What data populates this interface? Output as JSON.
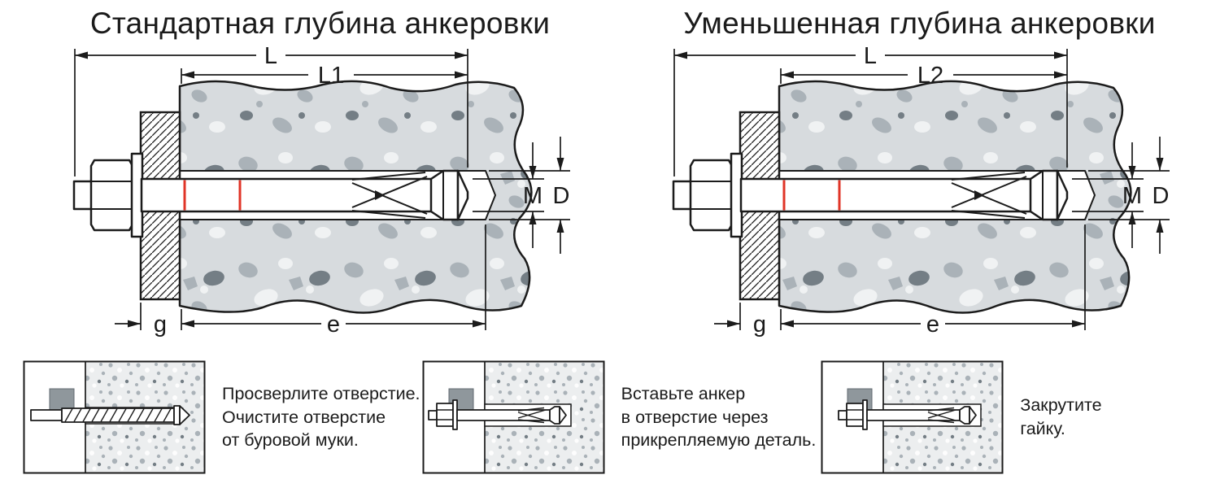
{
  "colors": {
    "ink": "#1b1b1b",
    "red_mark": "#e03427",
    "fixture_gray": "#8f979c",
    "concrete_base": "#d7dbde",
    "concrete_mid": "#aab2b8",
    "concrete_dark": "#747e85",
    "concrete_light": "#f0f2f3",
    "mini_concrete_base": "#eceeef"
  },
  "diagrams": [
    {
      "title": "Стандартная глубина анкеровки",
      "labels": {
        "total": "L",
        "embed": "L1",
        "thread": "M",
        "drill": "D",
        "plate": "g",
        "depth": "e"
      }
    },
    {
      "title": "Уменьшенная глубина анкеровки",
      "labels": {
        "total": "L",
        "embed": "L2",
        "thread": "M",
        "drill": "D",
        "plate": "g",
        "depth": "e"
      }
    }
  ],
  "steps": [
    {
      "icon": "drill-into-concrete",
      "lines": [
        "Просверлите отверстие.",
        "Очистите отверстие",
        "от буровой муки."
      ]
    },
    {
      "icon": "insert-anchor",
      "lines": [
        "Вставьте анкер",
        "в отверстие через",
        "прикрепляемую деталь."
      ]
    },
    {
      "icon": "tighten-nut",
      "lines": [
        "Закрутите",
        "гайку."
      ]
    }
  ]
}
